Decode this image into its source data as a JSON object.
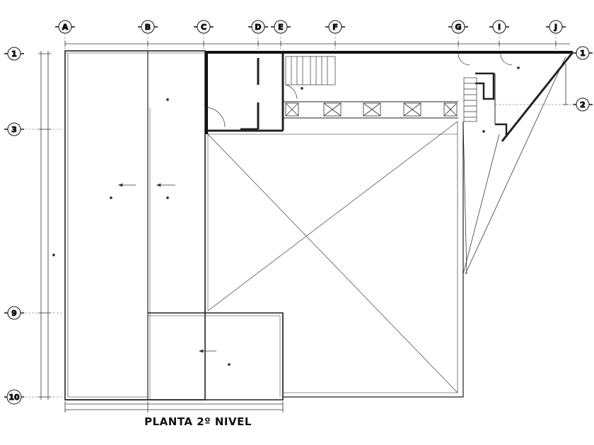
{
  "title": "PLANTA 2º NIVEL",
  "column_axes": [
    "A",
    "B",
    "C",
    "D",
    "E",
    "F",
    "G",
    "I",
    "J"
  ],
  "row_axes_left": [
    "1",
    "3",
    "9",
    "10"
  ],
  "row_axes_right": [
    "1",
    "2"
  ]
}
